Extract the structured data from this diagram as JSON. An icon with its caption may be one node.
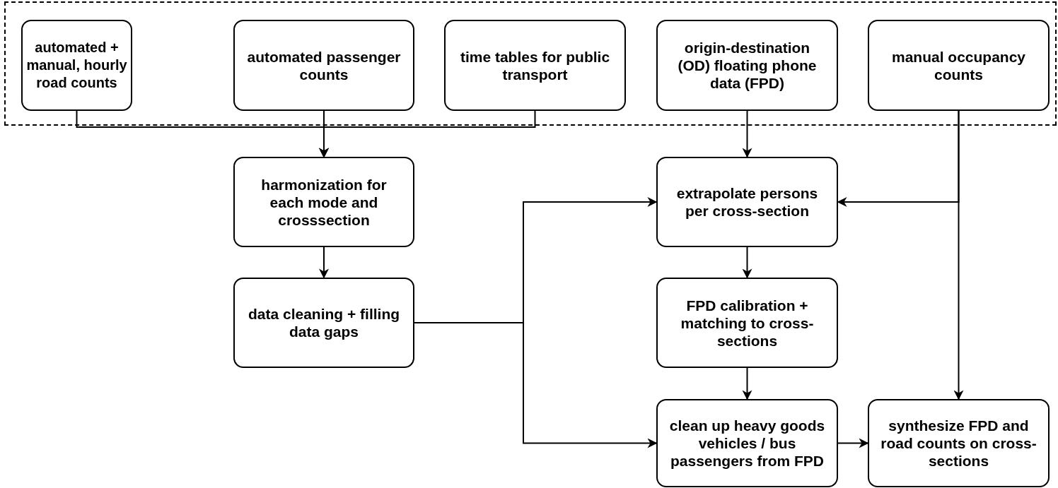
{
  "diagram": {
    "nodes": [
      {
        "text": [],
        "shape": "box"
      },
      {
        "text": [
          "automated + manual, hourly road counts"
        ],
        "in": 0
      },
      {
        "text": [
          "automated passenger counts"
        ],
        "in": 0
      },
      {
        "text": [
          "time tables for public transport"
        ],
        "in": 0
      },
      {
        "text": [
          "origin-destination (OD) floating phone data (FPD)"
        ],
        "in": 0
      },
      {
        "text": [
          "manual occupancy counts"
        ],
        "in": 0
      },
      {
        "text": [
          "harmonization for each mode and crosssection"
        ]
      },
      {
        "text": [
          "extrapolate persons per cross-section"
        ]
      },
      {
        "text": [
          "data cleaning + filling data gaps"
        ]
      },
      {
        "text": [
          "FPD calibration + matching to cross-sections"
        ]
      },
      {
        "text": [
          "clean up heavy goods vehicles / bus passengers from FPD"
        ]
      },
      {
        "text": [
          "synthesize FPD and road counts on cross-sections"
        ]
      }
    ],
    "edges": [
      {
        "from": 1,
        "to": 6,
        "arrow": "to"
      },
      {
        "from": 2,
        "to": 6,
        "arrow": "to"
      },
      {
        "from": 3,
        "to": 6,
        "arrow": "to"
      },
      {
        "from": 4,
        "to": 7,
        "arrow": "to"
      },
      {
        "from": 5,
        "to": 7,
        "arrow": "to"
      },
      {
        "from": 5,
        "to": 11,
        "arrow": "to"
      },
      {
        "from": 6,
        "to": 8,
        "arrow": "to"
      },
      {
        "from": 8,
        "to": 7,
        "arrow": "to"
      },
      {
        "from": 8,
        "to": 10,
        "arrow": "to"
      },
      {
        "from": 7,
        "to": 9,
        "arrow": "to"
      },
      {
        "from": 9,
        "to": 10,
        "arrow": "to"
      },
      {
        "from": 10,
        "to": 11,
        "arrow": "to"
      }
    ]
  }
}
